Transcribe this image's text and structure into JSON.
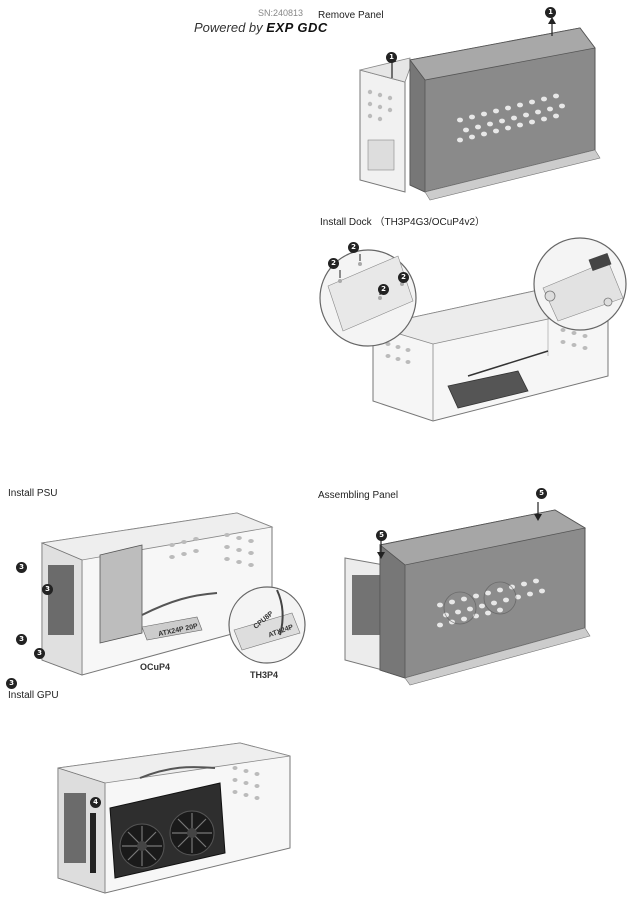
{
  "header": {
    "serial": "SN:240813",
    "powered_prefix": "Powered by",
    "brand": "EXP GDC"
  },
  "steps": {
    "remove_panel": {
      "title": "Remove Panel",
      "badge": "1"
    },
    "install_dock": {
      "title": "Install Dock （TH3P4G3/OCuP4v2）",
      "badge": "2"
    },
    "install_psu": {
      "title": "Install PSU",
      "badge": "3",
      "part_ocup4": "OCuP4",
      "part_th3p4": "TH3P4",
      "cable_a": "ATX24P 20P",
      "cable_b": "ATX24P",
      "cable_c": "CPU8P"
    },
    "assembling_panel": {
      "title": "Assembling Panel",
      "badge": "5"
    },
    "install_gpu": {
      "title": "Install GPU",
      "badge": "4",
      "step_marker": "3"
    }
  }
}
